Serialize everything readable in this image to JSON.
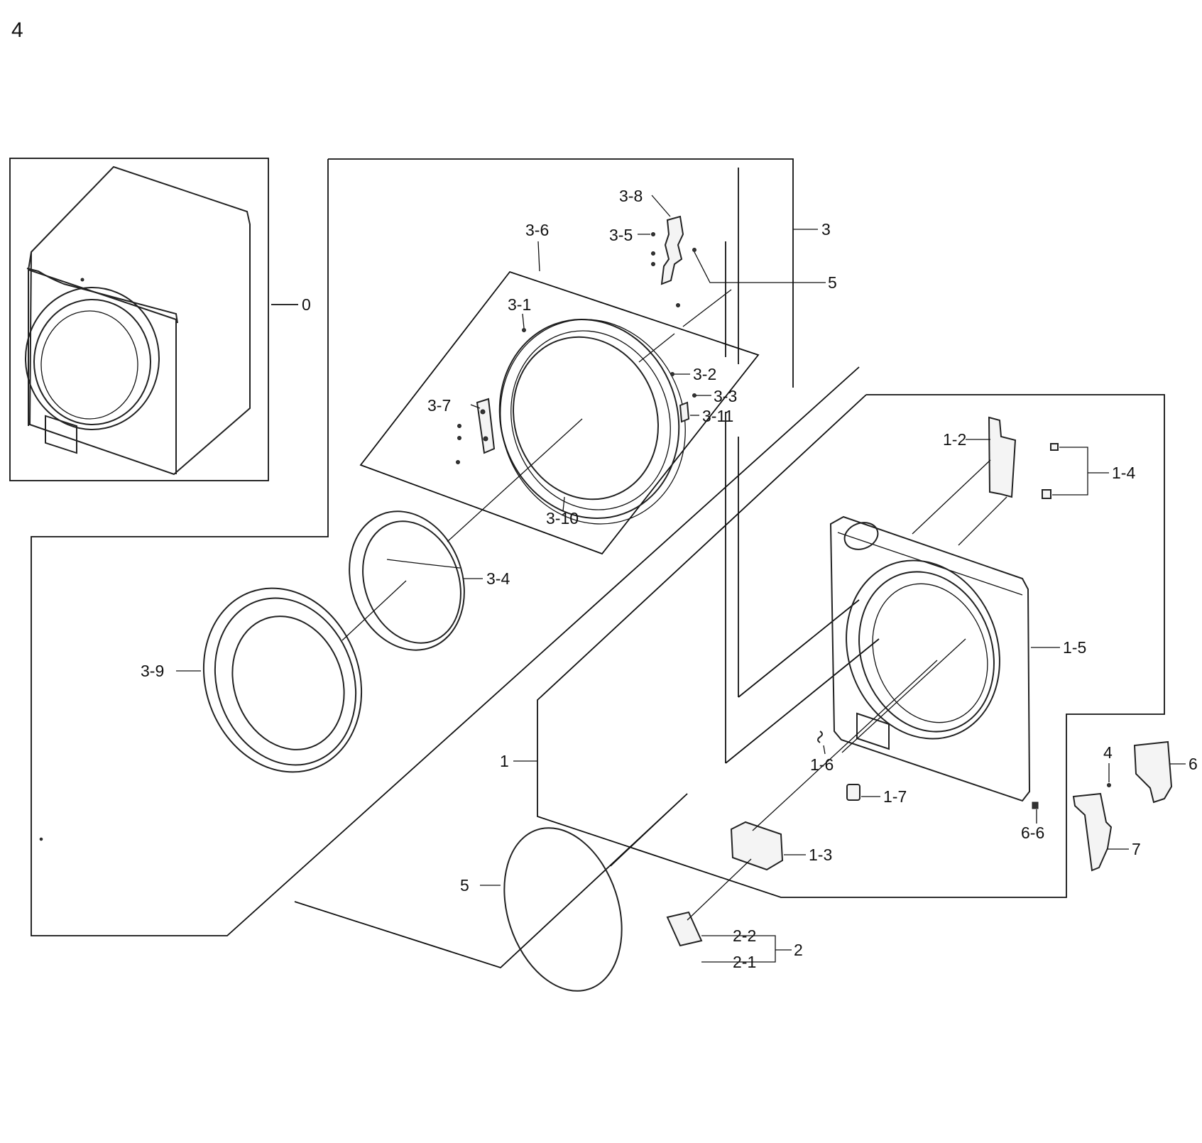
{
  "page_number": "4",
  "labels": {
    "l0": "0",
    "l1": "1",
    "l1_2": "1-2",
    "l1_3": "1-3",
    "l1_4": "1-4",
    "l1_5": "1-5",
    "l1_6": "1-6",
    "l1_7": "1-7",
    "l2": "2",
    "l2_1": "2-1",
    "l2_2": "2-2",
    "l3": "3",
    "l3_1": "3-1",
    "l3_2": "3-2",
    "l3_3": "3-3",
    "l3_4": "3-4",
    "l3_5": "3-5",
    "l3_6": "3-6",
    "l3_7": "3-7",
    "l3_8": "3-8",
    "l3_9": "3-9",
    "l3_10": "3-10",
    "l3_11": "3-11",
    "l4": "4",
    "l5_hinge": "5",
    "l5_ring": "5",
    "l6": "6",
    "l6_6": "6-6",
    "l7": "7"
  }
}
